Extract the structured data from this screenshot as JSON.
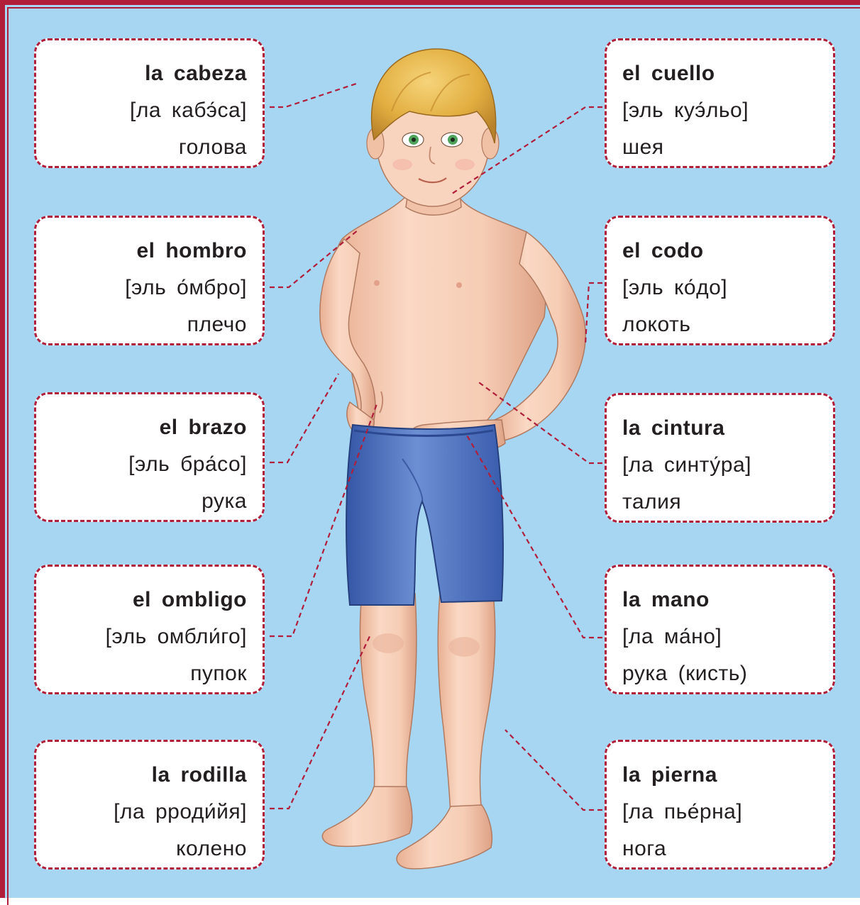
{
  "labels": {
    "head": {
      "word": "la cabeza",
      "pron": "[ла кабэ́са]",
      "trans": "голова"
    },
    "shoulder": {
      "word": "el hombro",
      "pron": "[эль о́мбро]",
      "trans": "плечо"
    },
    "arm": {
      "word": "el brazo",
      "pron": "[эль бра́со]",
      "trans": "рука"
    },
    "navel": {
      "word": "el ombligo",
      "pron": "[эль омбли́го]",
      "trans": "пупок"
    },
    "knee": {
      "word": "la rodilla",
      "pron": "[ла рроди́йя]",
      "trans": "колено"
    },
    "neck": {
      "word": "el cuello",
      "pron": "[эль куэ́льо]",
      "trans": "шея"
    },
    "elbow": {
      "word": "el codo",
      "pron": "[эль ко́до]",
      "trans": "локоть"
    },
    "waist": {
      "word": "la cintura",
      "pron": "[ла синту́ра]",
      "trans": "талия"
    },
    "hand": {
      "word": "la mano",
      "pron": "[ла ма́но]",
      "trans": "рука (кисть)"
    },
    "leg": {
      "word": "la pierna",
      "pron": "[ла пье́рна]",
      "trans": "нога"
    }
  },
  "colors": {
    "background": "#a7d6f3",
    "frame": "#b01e3a",
    "skin": "#f6cfb8",
    "shorts": "#4a6fbc",
    "hair": "#e0ad3e"
  }
}
